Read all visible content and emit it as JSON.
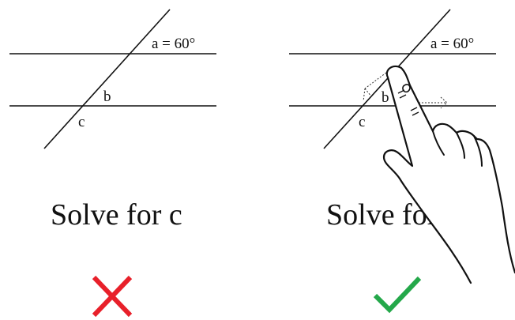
{
  "panels": [
    {
      "id": "incorrect",
      "angle_a_label": "a = 60°",
      "angle_b_label": "b",
      "angle_c_label": "c",
      "prompt": "Solve for c",
      "verdict_icon": "cross-icon",
      "verdict_color": "#e8202a"
    },
    {
      "id": "correct",
      "angle_a_label": "a = 60°",
      "angle_b_label": "b",
      "angle_c_label": "c",
      "prompt": "Solve for c",
      "verdict_icon": "checkmark-icon",
      "verdict_color": "#24a84a",
      "overlay_icon": "pointing-hand-icon"
    }
  ]
}
